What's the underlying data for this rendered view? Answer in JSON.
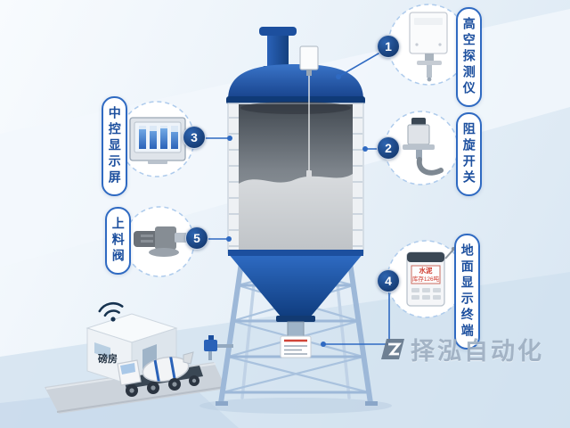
{
  "callouts": [
    {
      "num": "1",
      "label": "高空探测仪"
    },
    {
      "num": "2",
      "label": "阻旋开关"
    },
    {
      "num": "3",
      "label": "中控显示屏"
    },
    {
      "num": "4",
      "label": "地面显示终端"
    },
    {
      "num": "5",
      "label": "上料阀"
    }
  ],
  "building": {
    "label": "磅房"
  },
  "terminal_screen": {
    "line1": "水泥",
    "line2": "库存126吨"
  },
  "watermark": {
    "text": "择泓自动化"
  },
  "colors": {
    "accent": "#2f6ac2",
    "badge": "#12386e",
    "label_text": "#1c4f9e",
    "silo_blue": "#1c4f9e",
    "tower": "#9db8d8"
  }
}
